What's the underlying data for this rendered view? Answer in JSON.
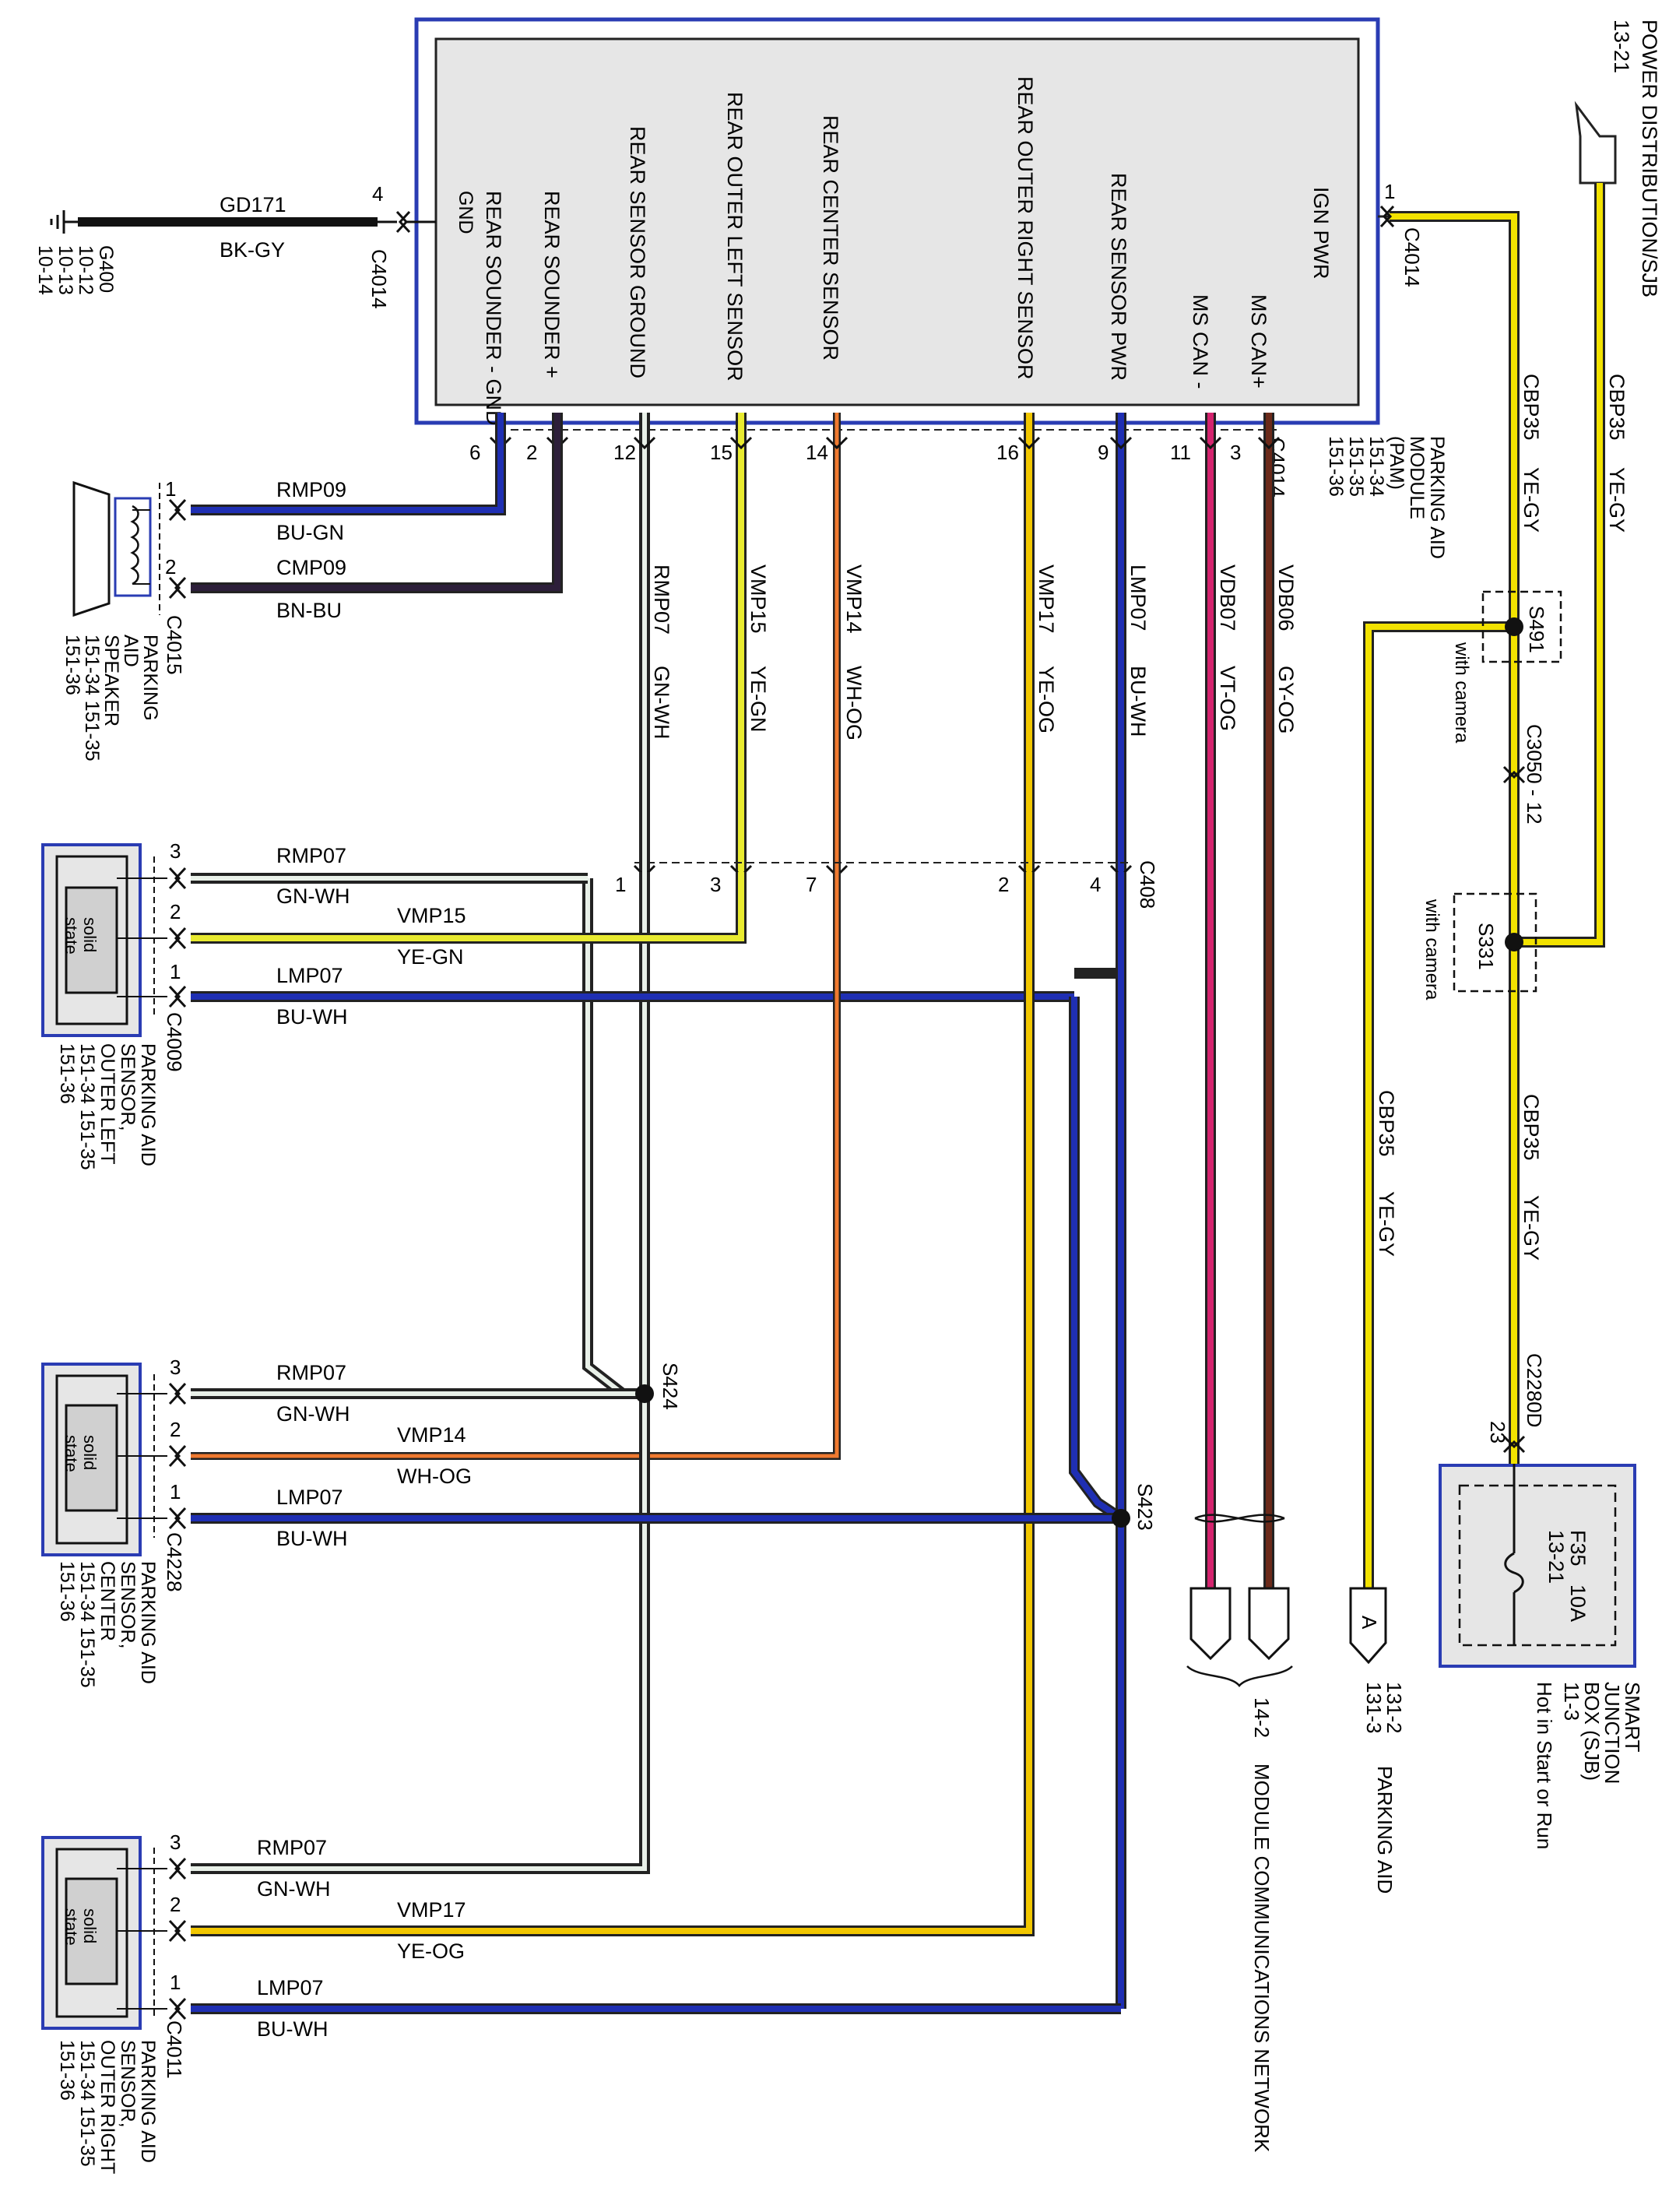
{
  "pam": {
    "pins": [
      {
        "label": "IGN PWR",
        "pin": "1",
        "connector": "C4014"
      },
      {
        "label": "MS CAN+",
        "pin": "3",
        "connector": "C4014"
      },
      {
        "label": "MS CAN -",
        "pin": "11"
      },
      {
        "label": "REAR SENSOR PWR",
        "pin": "9"
      },
      {
        "label": "REAR OUTER RIGHT SENSOR",
        "pin": "16"
      },
      {
        "label": "REAR CENTER SENSOR",
        "pin": "14"
      },
      {
        "label": "REAR OUTER LEFT SENSOR",
        "pin": "15"
      },
      {
        "label": "REAR SENSOR GROUND",
        "pin": "12"
      },
      {
        "label": "REAR SOUNDER +",
        "pin": "2"
      },
      {
        "label": "REAR SOUNDER - GND",
        "pin": "6"
      }
    ],
    "gnd_pin": "4",
    "gnd_connector": "C4014",
    "bottom_connector": "C4014",
    "module_label": [
      "PARKING AID",
      "MODULE",
      "(PAM)",
      "151-34",
      "151-35",
      "151-36"
    ]
  },
  "ground": {
    "circuit": "GD171",
    "color": "BK-GY",
    "ref": [
      "G400",
      "10-12",
      "10-13",
      "10-14"
    ]
  },
  "power": {
    "label": "POWER DISTRIBUTION/SJB",
    "ref": "13-21",
    "wires": [
      {
        "circuit": "CBP35",
        "color": "YE-GY"
      },
      {
        "circuit": "CBP35",
        "color": "YE-GY"
      },
      {
        "circuit": "CBP35",
        "color": "YE-GY"
      },
      {
        "circuit": "CBP35",
        "color": "YE-GY"
      }
    ],
    "splices": [
      {
        "name": "S491",
        "note": "with camera"
      },
      {
        "name": "S331",
        "note": "with camera"
      }
    ],
    "c3050": "C3050 - 12",
    "c2280": "C2280D",
    "c2280_pin": "23"
  },
  "sjb": {
    "fuse": "F35",
    "amps": "10A",
    "fuse_ref": "13-21",
    "label": [
      "SMART",
      "JUNCTION",
      "BOX (SJB)",
      "11-3"
    ],
    "note": "Hot in Start or Run"
  },
  "parking_aid_ref": {
    "letter": "A",
    "refs": [
      "131-2",
      "131-3"
    ],
    "label": "PARKING AID"
  },
  "network": {
    "ref": "14-2",
    "label": "MODULE COMMUNICATIONS NETWORK"
  },
  "pam_wires": [
    {
      "circuit": "VDB06",
      "color": "GY-OG"
    },
    {
      "circuit": "VDB07",
      "color": "VT-OG"
    },
    {
      "circuit": "LMP07",
      "color": "BU-WH"
    },
    {
      "circuit": "VMP17",
      "color": "YE-OG"
    },
    {
      "circuit": "VMP14",
      "color": "WH-OG"
    },
    {
      "circuit": "VMP15",
      "color": "YE-GN"
    },
    {
      "circuit": "RMP07",
      "color": "GN-WH"
    }
  ],
  "c408": {
    "name": "C408",
    "pins": [
      "1",
      "3",
      "7",
      "2",
      "4"
    ]
  },
  "speaker": {
    "connector": "C4015",
    "pins": [
      "1",
      "2"
    ],
    "wires": [
      {
        "circuit": "RMP09",
        "color": "BU-GN"
      },
      {
        "circuit": "CMP09",
        "color": "BN-BU"
      }
    ],
    "label": [
      "PARKING",
      "AID",
      "SPEAKER",
      "151-34  151-35",
      "151-36"
    ]
  },
  "sensors": [
    {
      "connector": "C4009",
      "state": [
        "solid",
        "state"
      ],
      "pins": [
        "3",
        "2",
        "1"
      ],
      "wires": [
        {
          "circuit": "RMP07",
          "color": "GN-WH"
        },
        {
          "circuit": "VMP15",
          "color": "YE-GN"
        },
        {
          "circuit": "LMP07",
          "color": "BU-WH"
        }
      ],
      "label": [
        "PARKING AID",
        "SENSOR,",
        "OUTER LEFT",
        "151-34  151-35",
        "151-36"
      ]
    },
    {
      "connector": "C4228",
      "state": [
        "solid",
        "state"
      ],
      "pins": [
        "3",
        "2",
        "1"
      ],
      "wires": [
        {
          "circuit": "RMP07",
          "color": "GN-WH"
        },
        {
          "circuit": "VMP14",
          "color": "WH-OG"
        },
        {
          "circuit": "LMP07",
          "color": "BU-WH"
        }
      ],
      "label": [
        "PARKING AID",
        "SENSOR,",
        "CENTER",
        "151-34  151-35",
        "151-36"
      ]
    },
    {
      "connector": "C4011",
      "state": [
        "solid",
        "state"
      ],
      "pins": [
        "3",
        "2",
        "1"
      ],
      "wires": [
        {
          "circuit": "RMP07",
          "color": "GN-WH"
        },
        {
          "circuit": "VMP17",
          "color": "YE-OG"
        },
        {
          "circuit": "LMP07",
          "color": "BU-WH"
        }
      ],
      "label": [
        "PARKING AID",
        "SENSOR,",
        "OUTER RIGHT",
        "151-34  151-35",
        "151-36"
      ]
    }
  ],
  "splice_s424": "S424",
  "splice_s423": "S423",
  "colors": {
    "yellow": "#f2e200",
    "blue": "#1f2fb3",
    "magenta": "#d4246e",
    "brown": "#6b2a1a",
    "orange": "#f07a30",
    "green": "#1f4f2a",
    "module_border": "#2a3cb3",
    "module_fill": "#e6e6e6"
  }
}
